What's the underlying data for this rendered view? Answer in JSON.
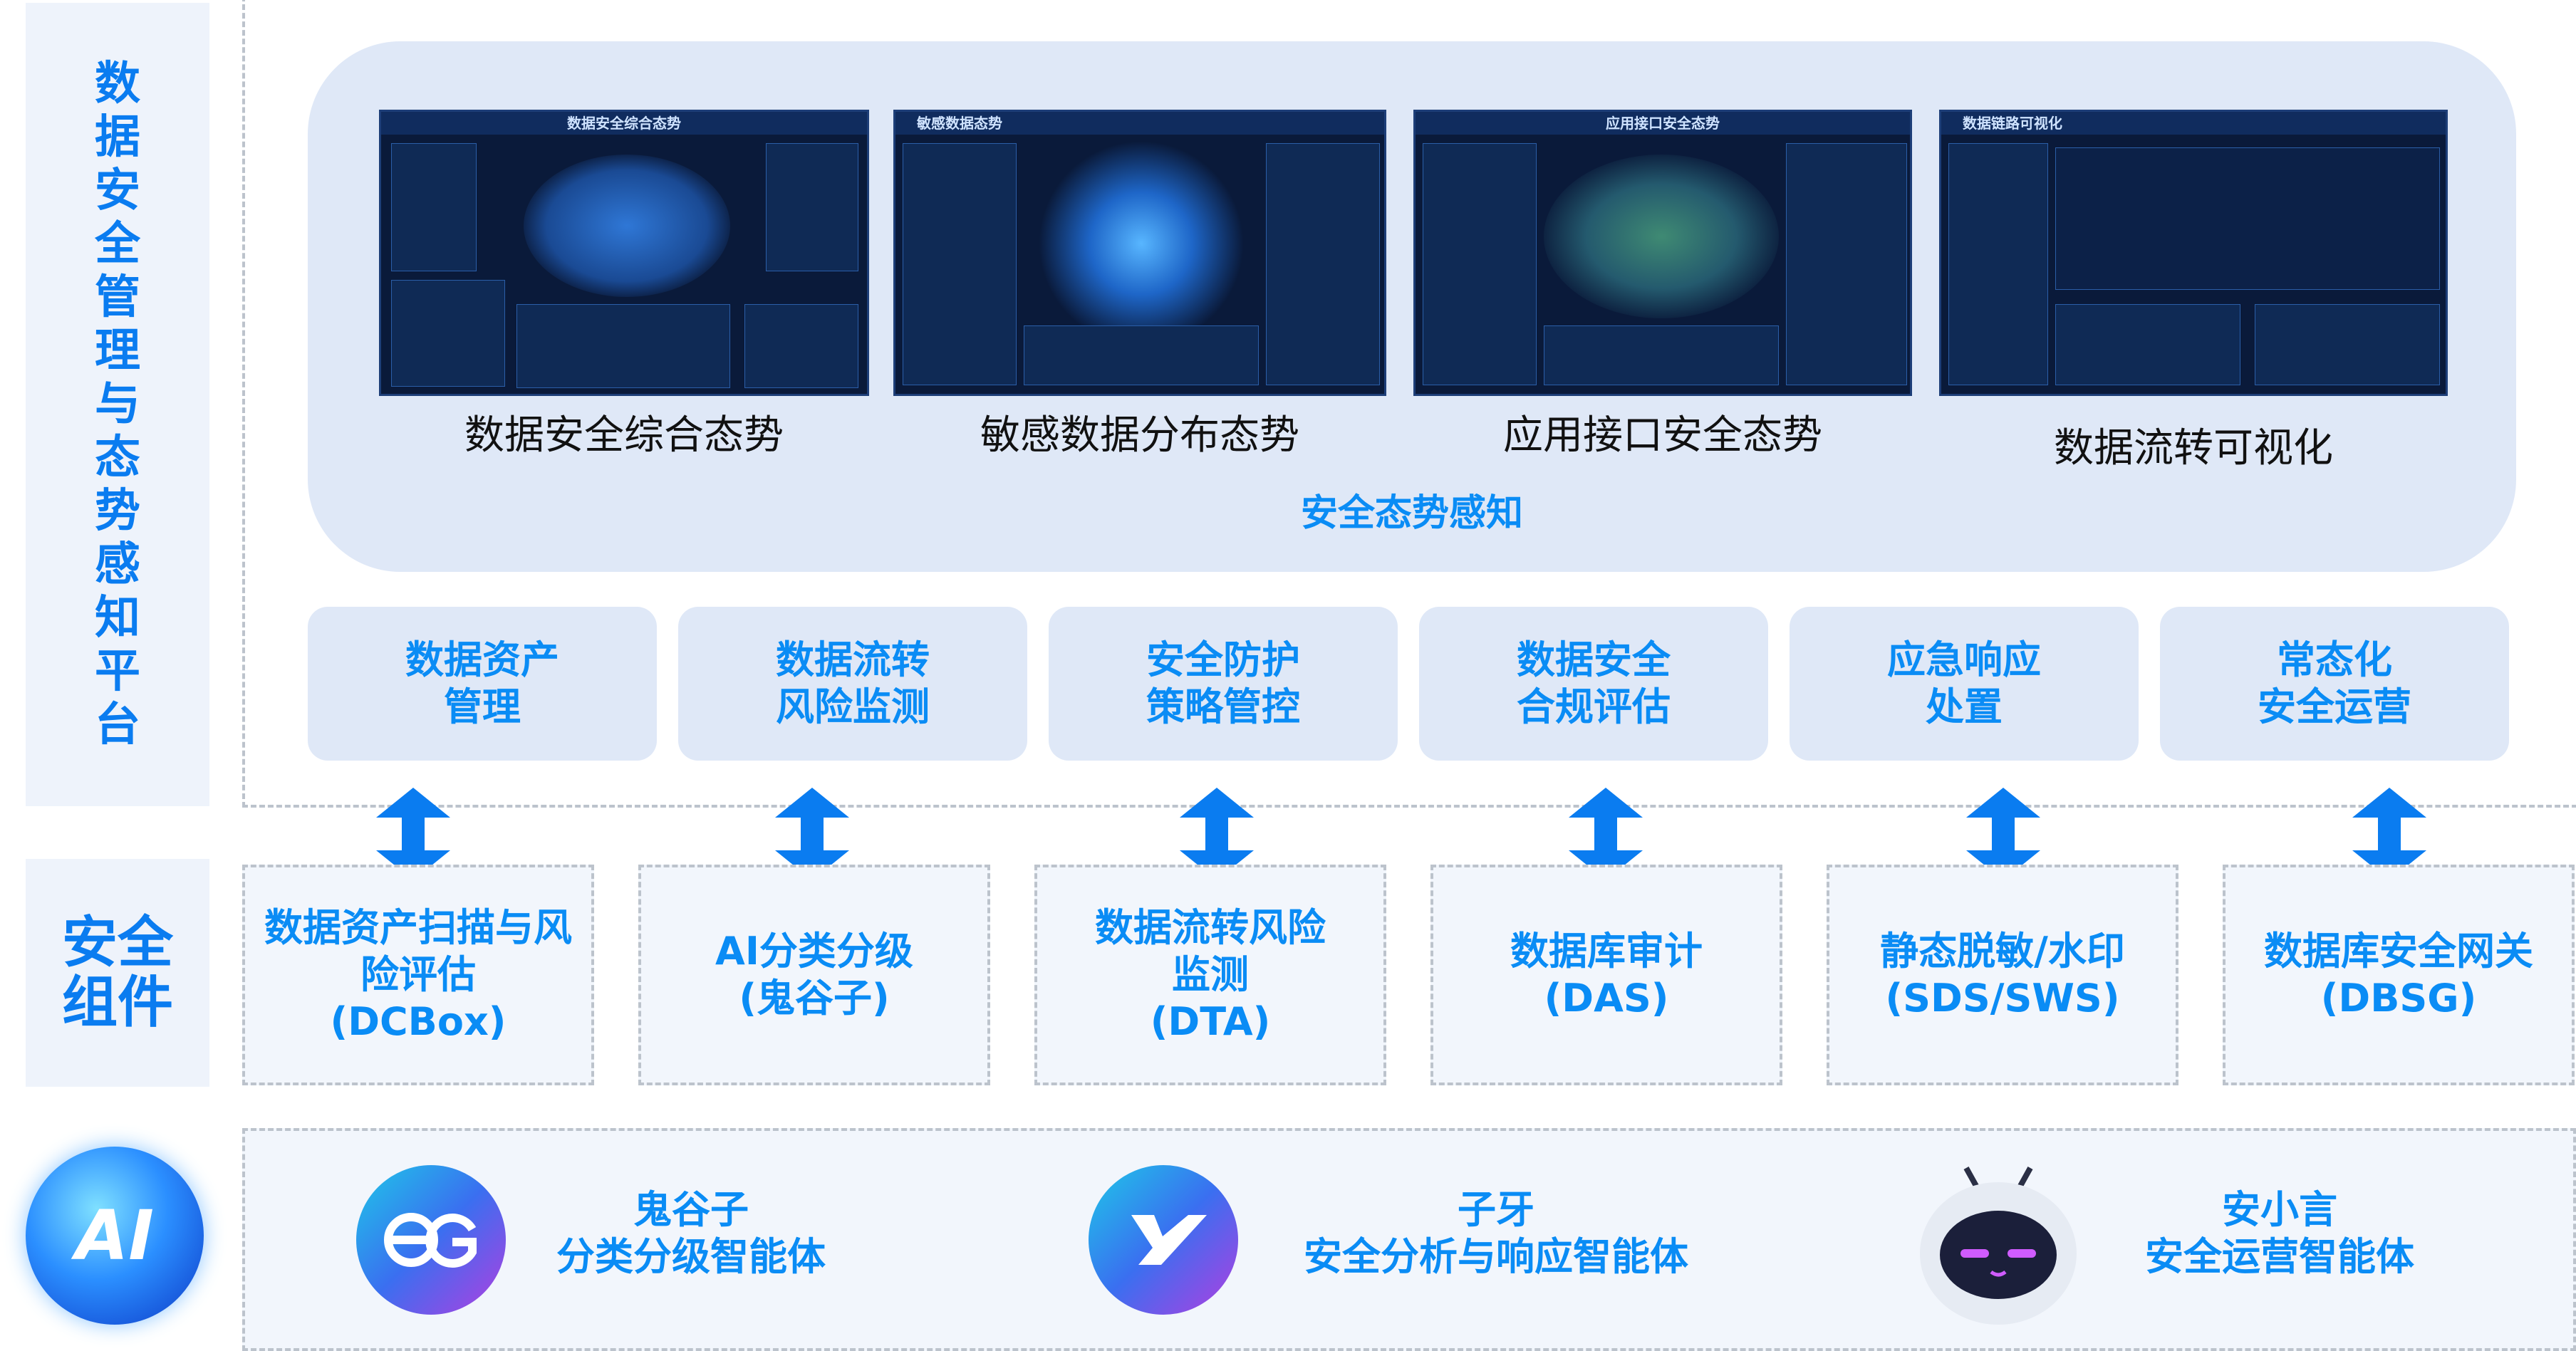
{
  "platform_label": "数据安全管理与态势感知平台",
  "components_label": "安全组件",
  "ai_badge": "AI",
  "situational_awareness": {
    "title": "安全态势感知",
    "screens": [
      {
        "caption": "数据安全综合态势",
        "header": "数据安全综合态势"
      },
      {
        "caption": "敏感数据分布态势",
        "header": "敏感数据态势"
      },
      {
        "caption": "应用接口安全态势",
        "header": "应用接口安全态势"
      },
      {
        "caption": "数据流转可视化",
        "header": "数据链路可视化"
      }
    ]
  },
  "functions": [
    {
      "line1": "数据资产",
      "line2": "管理"
    },
    {
      "line1": "数据流转",
      "line2": "风险监测"
    },
    {
      "line1": "安全防护",
      "line2": "策略管控"
    },
    {
      "line1": "数据安全",
      "line2": "合规评估"
    },
    {
      "line1": "应急响应",
      "line2": "处置"
    },
    {
      "line1": "常态化",
      "line2": "安全运营"
    }
  ],
  "components": [
    {
      "line1": "数据资产扫描与风",
      "line2": "险评估",
      "line3": "(DCBox)"
    },
    {
      "line1": "AI分类分级",
      "line2": "(鬼谷子)",
      "line3": ""
    },
    {
      "line1": "数据流转风险",
      "line2": "监测",
      "line3": "(DTA)"
    },
    {
      "line1": "数据库审计",
      "line2": "(DAS)",
      "line3": ""
    },
    {
      "line1": "静态脱敏/水印",
      "line2": "(SDS/SWS)",
      "line3": ""
    },
    {
      "line1": "数据库安全网关",
      "line2": "(DBSG)",
      "line3": ""
    }
  ],
  "agents": [
    {
      "name": "鬼谷子",
      "role": "分类分级智能体",
      "icon": "eg-logo-icon"
    },
    {
      "name": "子牙",
      "role": "安全分析与响应智能体",
      "icon": "y-logo-icon"
    },
    {
      "name": "安小言",
      "role": "安全运营智能体",
      "icon": "robot-icon"
    }
  ],
  "colors": {
    "accent": "#0a8cf5",
    "panel_bg": "#dfe8f7",
    "arrow": "#0a7cf0"
  }
}
